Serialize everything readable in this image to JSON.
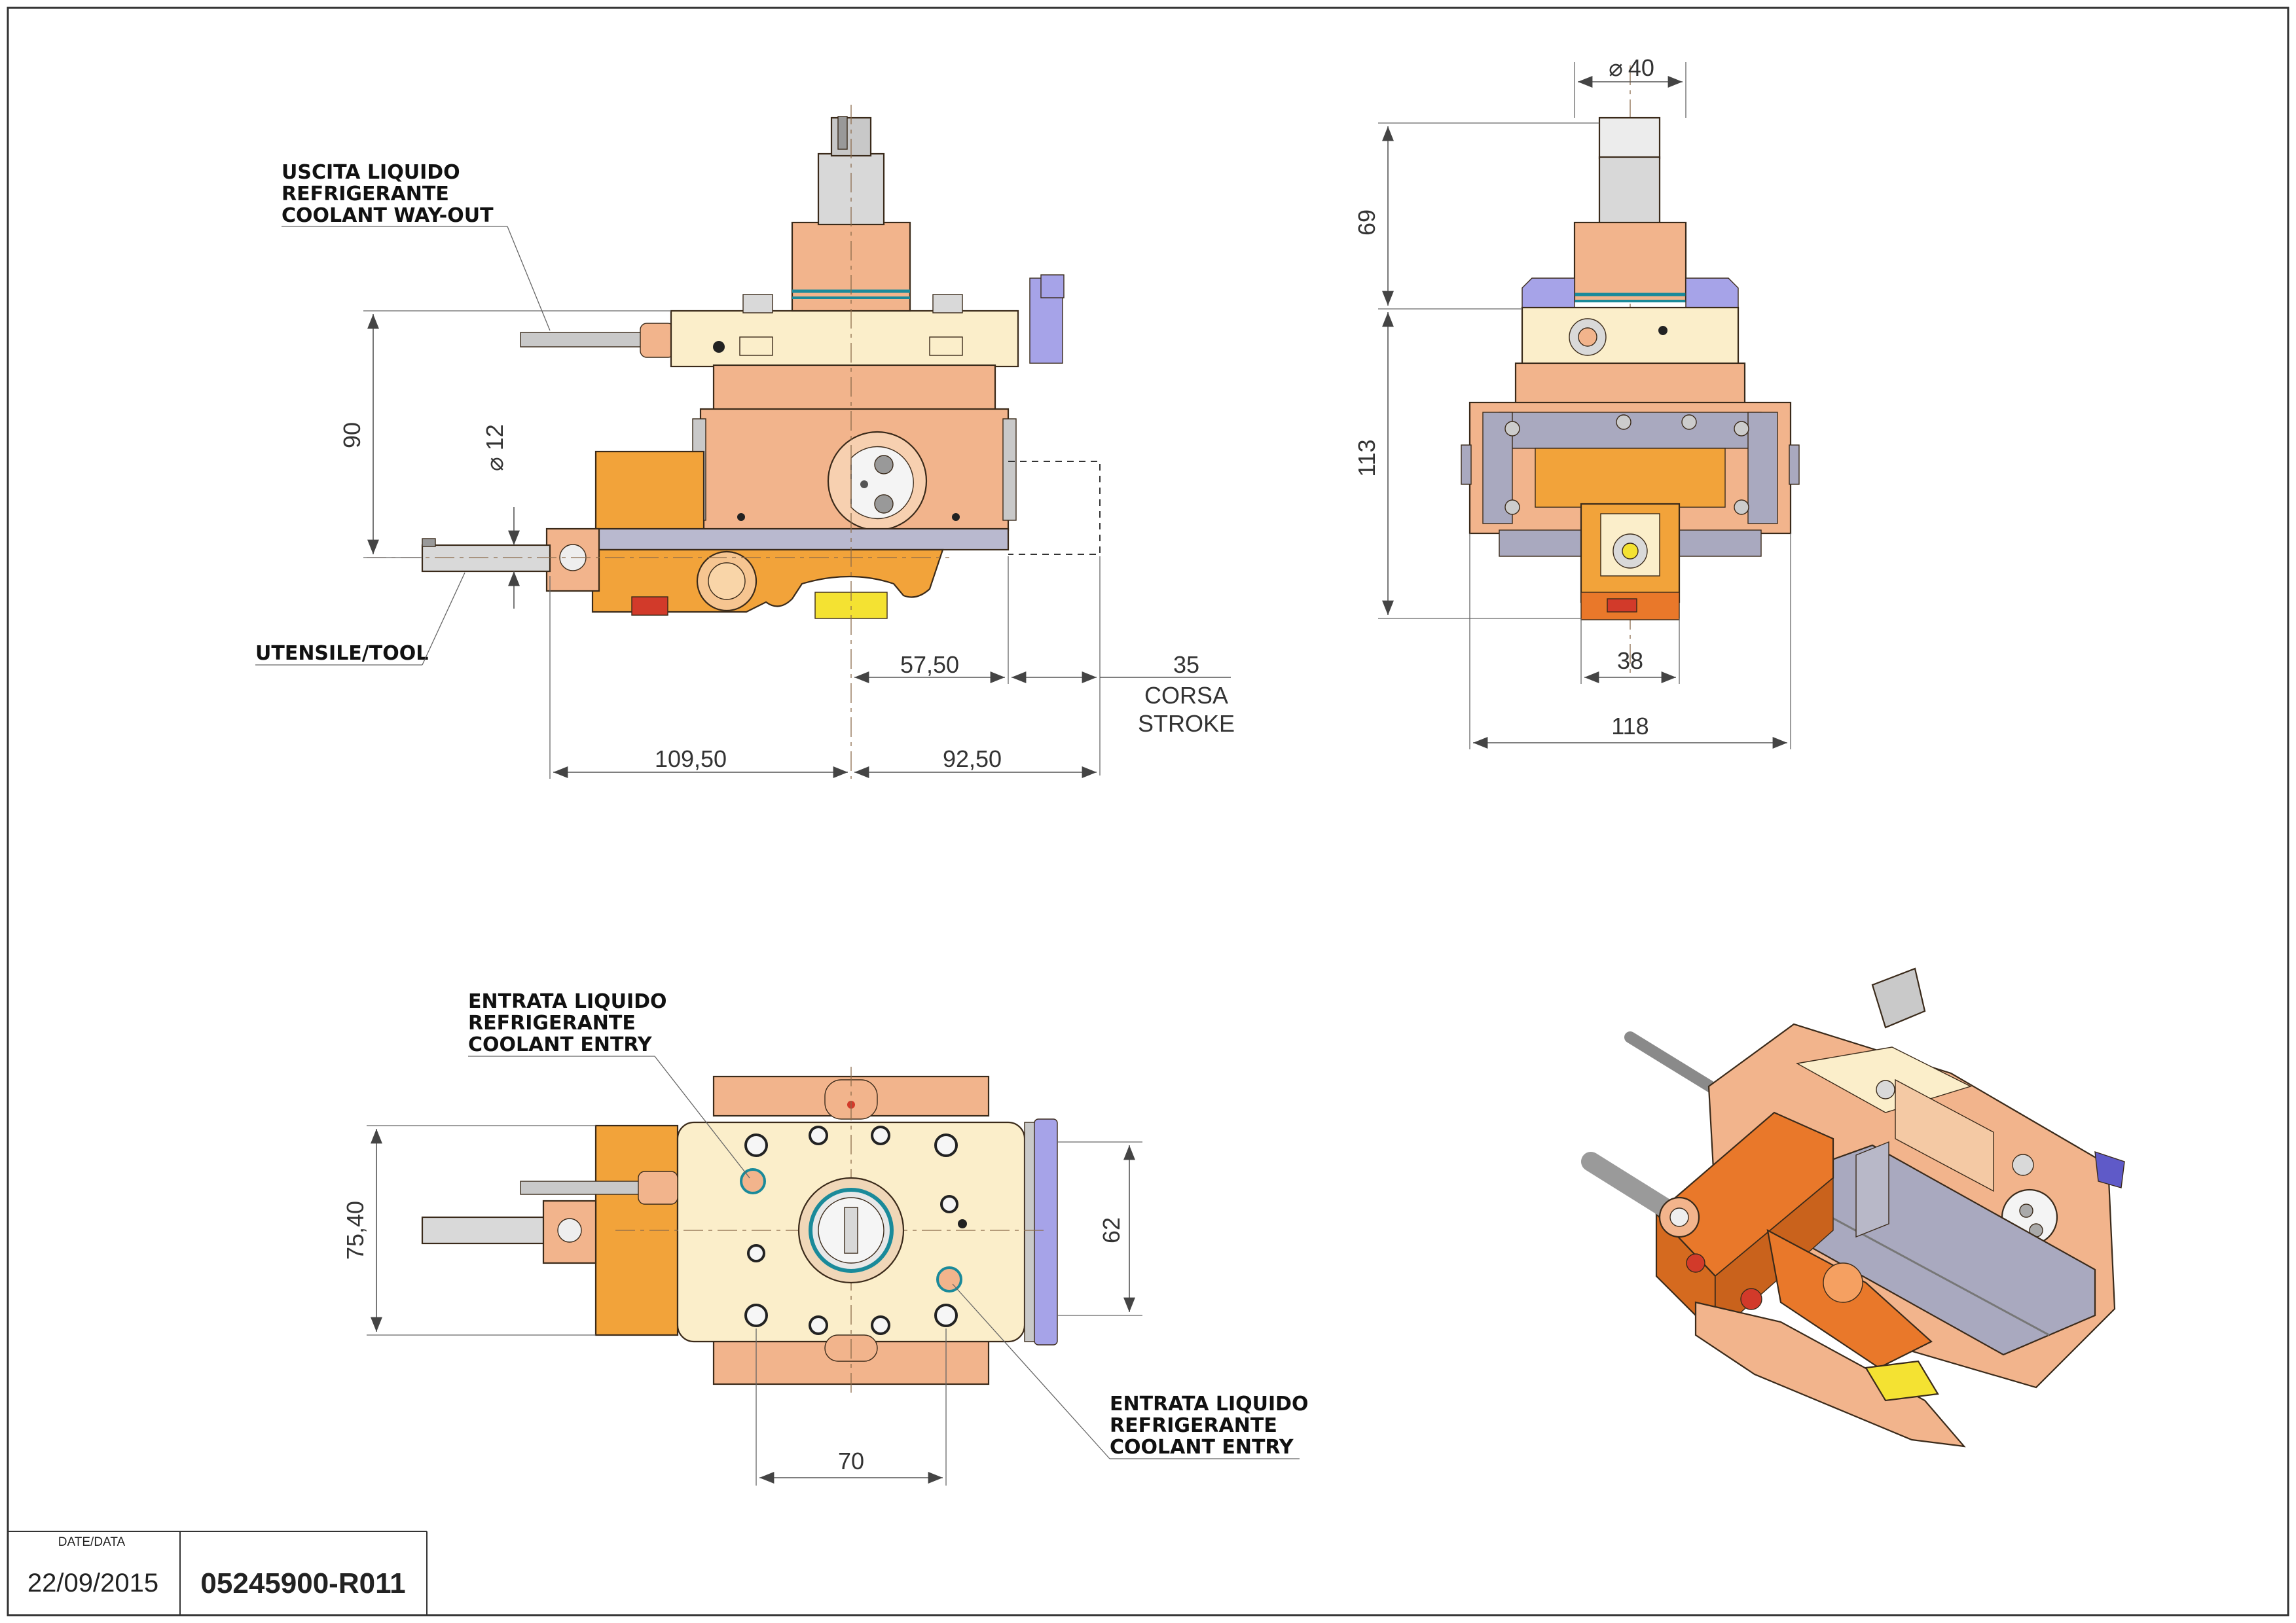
{
  "labels": {
    "coolant_way_out": [
      "USCITA LIQUIDO",
      "REFRIGERANTE",
      "COOLANT WAY-OUT"
    ],
    "tool": "UTENSILE/TOOL",
    "coolant_entry_left": [
      "ENTRATA LIQUIDO",
      "REFRIGERANTE",
      "COOLANT ENTRY"
    ],
    "coolant_entry_right": [
      "ENTRATA LIQUIDO",
      "REFRIGERANTE",
      "COOLANT ENTRY"
    ]
  },
  "dimensions": {
    "front_height": "90",
    "tool_diameter": "12",
    "offset_right": "57,50",
    "stroke_value": "35",
    "stroke_label_it": "CORSA",
    "stroke_label_en": "STROKE",
    "length_left": "109,50",
    "length_right": "92,50",
    "shaft_diameter": "40",
    "side_top": "69",
    "side_body": "113",
    "side_narrow": "38",
    "side_width": "118",
    "top_height": "75,40",
    "top_right": "62",
    "top_width": "70"
  },
  "symbols": {
    "diameter": "⌀"
  },
  "title_block": {
    "date_label": "DATE/DATA",
    "date": "22/09/2015",
    "drawing_number": "05245900-R011"
  },
  "colors": {
    "body_salmon": "#f2b48c",
    "body_cream": "#fbeeca",
    "body_orange": "#f2a33a",
    "dark_orange": "#e9782a",
    "gray_plate": "#a9a9bf",
    "lavender": "#a6a3e8",
    "steel": "#c9c9c9",
    "yellow": "#f4e232",
    "red": "#d23a2a"
  }
}
